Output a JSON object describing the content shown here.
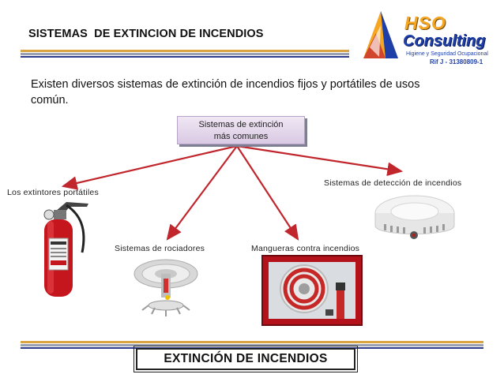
{
  "header": {
    "title": "SISTEMAS  DE EXTINCION DE INCENDIOS"
  },
  "logo": {
    "brand_top": "HSO",
    "brand_main": "Consulting",
    "tagline": "Higiene y Seguridad Ocupacional",
    "rif": "Rif  J - 31380809-1"
  },
  "intro": "Existen diversos sistemas de extinción de incendios fijos y portátiles de usos común.",
  "center_box": {
    "line1": "Sistemas de extinción",
    "line2": "más comunes"
  },
  "systems": {
    "extintores": "Los extintores portátiles",
    "rociadores": "Sistemas de rociadores",
    "mangueras": "Mangueras contra incendios",
    "deteccion": "Sistemas de detección de incendios"
  },
  "footer": "EXTINCIÓN DE INCENDIOS",
  "colors": {
    "arrow": "#c0262c",
    "bar_gold": "#d9a441",
    "bar_blue": "#2e3a8c",
    "brand_orange": "#f5a623",
    "brand_blue": "#1f3fa8"
  },
  "icons": [
    "fire-extinguisher-icon",
    "sprinkler-icon",
    "hose-cabinet-icon",
    "smoke-detector-icon"
  ]
}
